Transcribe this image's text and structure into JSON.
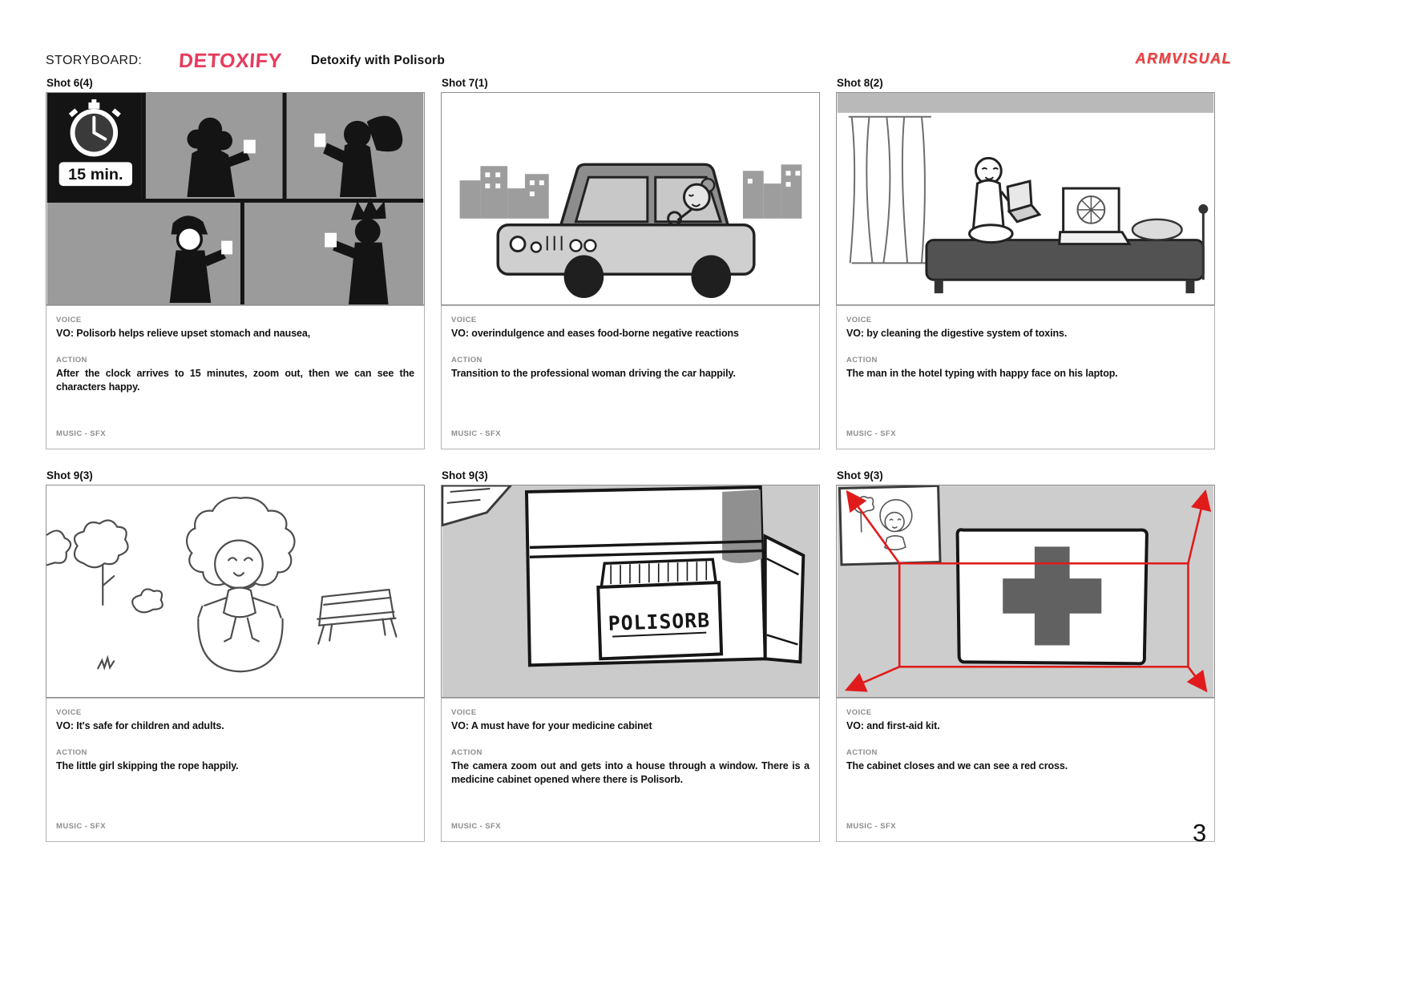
{
  "header": {
    "storyboard_label": "STORYBOARD:",
    "brand_logo": "DETOXIFY",
    "project_title": "Detoxify with Polisorb",
    "studio_logo": "ARMVISUAL"
  },
  "labels": {
    "voice": "VOICE",
    "action": "ACTION",
    "music": "MUSIC - SFX"
  },
  "page_number": "3",
  "colors": {
    "brand_pink": "#E73B5E",
    "studio_red": "#F23B3B",
    "arrow_red": "#E11B1B",
    "sketch_gray": "#9B9B9B"
  },
  "shots": [
    {
      "title": "Shot 6(4)",
      "voice": "VO: Polisorb helps relieve upset stomach and nausea,",
      "action": "After the clock arrives to 15 minutes, zoom out, then we can see the characters happy.",
      "sketch": {
        "timer_text": "15 min."
      }
    },
    {
      "title": "Shot 7(1)",
      "voice": "VO: overindulgence and eases food-borne negative reactions",
      "action": "Transition to the professional woman driving the car happily."
    },
    {
      "title": "Shot 8(2)",
      "voice": "VO: by cleaning the digestive system of toxins.",
      "action": "The man in the hotel typing with happy face on his laptop."
    },
    {
      "title": "Shot 9(3)",
      "voice": "VO: It's safe for children and adults.",
      "action": "The little girl skipping the rope happily."
    },
    {
      "title": "Shot 9(3)",
      "voice": "VO: A must have for your medicine cabinet",
      "action": "The camera zoom out and gets into a house through a window. There is a medicine cabinet opened where there is Polisorb.",
      "sketch": {
        "box_label": "POLISORB"
      }
    },
    {
      "title": "Shot 9(3)",
      "voice": "VO: and first-aid kit.",
      "action": "The cabinet closes and we can see a red cross."
    }
  ]
}
